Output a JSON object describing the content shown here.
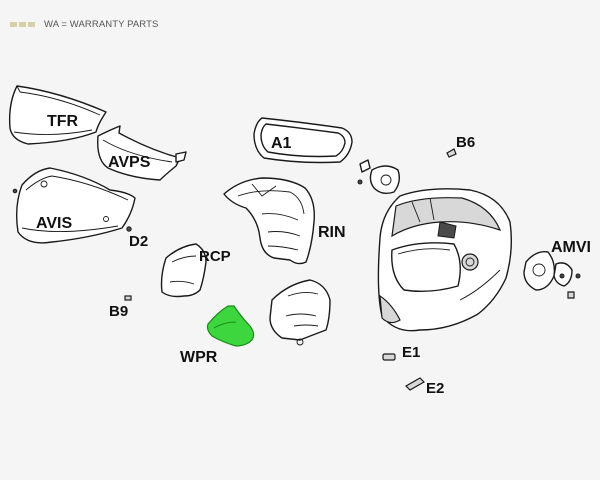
{
  "legend": {
    "text": "WA = WARRANTY PARTS",
    "swatch_color": "#d9cfa8"
  },
  "colors": {
    "highlight": "#3ed63e",
    "outline": "#1a1a1a",
    "background": "#f5f5f5"
  },
  "parts": {
    "tfr": "TFR",
    "avps": "AVPS",
    "avis": "AVIS",
    "d2": "D2",
    "a1": "A1",
    "b6": "B6",
    "rin": "RIN",
    "rcp": "RCP",
    "b9": "B9",
    "wpr": "WPR",
    "amvi": "AMVI",
    "e1": "E1",
    "e2": "E2"
  }
}
